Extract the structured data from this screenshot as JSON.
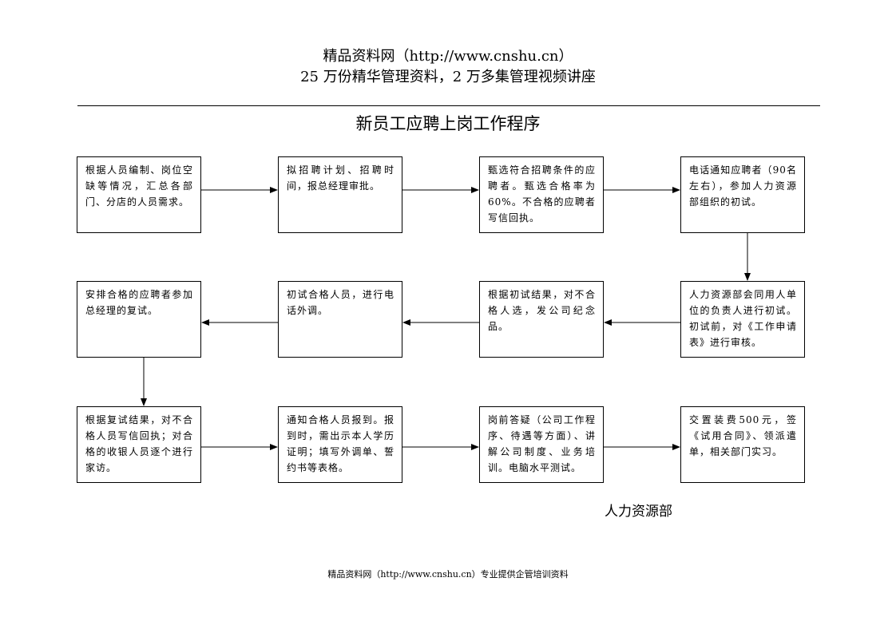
{
  "header": {
    "line1": "精品资料网（http://www.cnshu.cn）",
    "line2": "25 万份精华管理资料，2 万多集管理视频讲座"
  },
  "title": "新员工应聘上岗工作程序",
  "steps": [
    {
      "text": "根据人员编制、岗位空缺等情况，汇总各部门、分店的人员需求。"
    },
    {
      "text": "拟招聘计划、招聘时间，报总经理审批。"
    },
    {
      "text": "甄选符合招聘条件的应聘者。甄选合格率为60%。不合格的应聘者写信回执。"
    },
    {
      "text": "电话通知应聘者（90名左右），参加人力资源部组织的初试。"
    },
    {
      "text": "人力资源部会同用人单位的负责人进行初试。初试前，对《工作申请表》进行审核。"
    },
    {
      "text": "根据初试结果，对不合格人选，发公司纪念品。"
    },
    {
      "text": "初试合格人员，进行电话外调。"
    },
    {
      "text": "安排合格的应聘者参加总经理的复试。"
    },
    {
      "text": "根据复试结果，对不合格人员写信回执；对合格的收银人员逐个进行家访。"
    },
    {
      "text": "通知合格人员报到。报到时，需出示本人学历证明；填写外调单、誓约书等表格。"
    },
    {
      "text": "岗前答疑（公司工作程序、待遇等方面）、讲解公司制度、业务培训。电脑水平测试。"
    },
    {
      "text": "交置装费500元，签《试用合同》、领派遣单，相关部门实习。"
    }
  ],
  "signature": "人力资源部",
  "footer": "精品资料网（http://www.cnshu.cn）专业提供企管培训资料"
}
